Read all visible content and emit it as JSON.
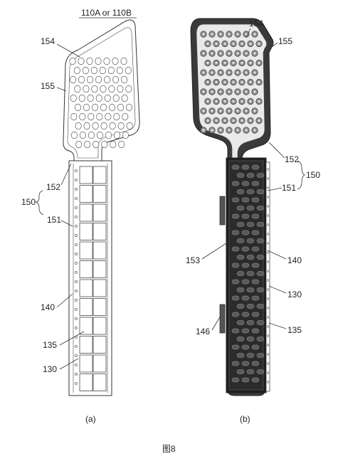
{
  "header": {
    "title": "110A or 110B"
  },
  "panel_a": {
    "caption": "(a)",
    "labels": {
      "l154": "154",
      "l155": "155",
      "l152": "152",
      "l150": "150",
      "l151": "151",
      "l140": "140",
      "l135": "135",
      "l130": "130"
    }
  },
  "panel_b": {
    "caption": "(b)",
    "labels": {
      "l154": "154",
      "l155": "155",
      "l152": "152",
      "l150": "150",
      "l151": "151",
      "l153": "153",
      "l140": "140",
      "l130": "130",
      "l146": "146",
      "l135": "135"
    }
  },
  "footer": {
    "figure_label": "图8"
  },
  "colors": {
    "line": "#333333",
    "dark_fill": "#3a3a3a",
    "background": "#ffffff"
  }
}
